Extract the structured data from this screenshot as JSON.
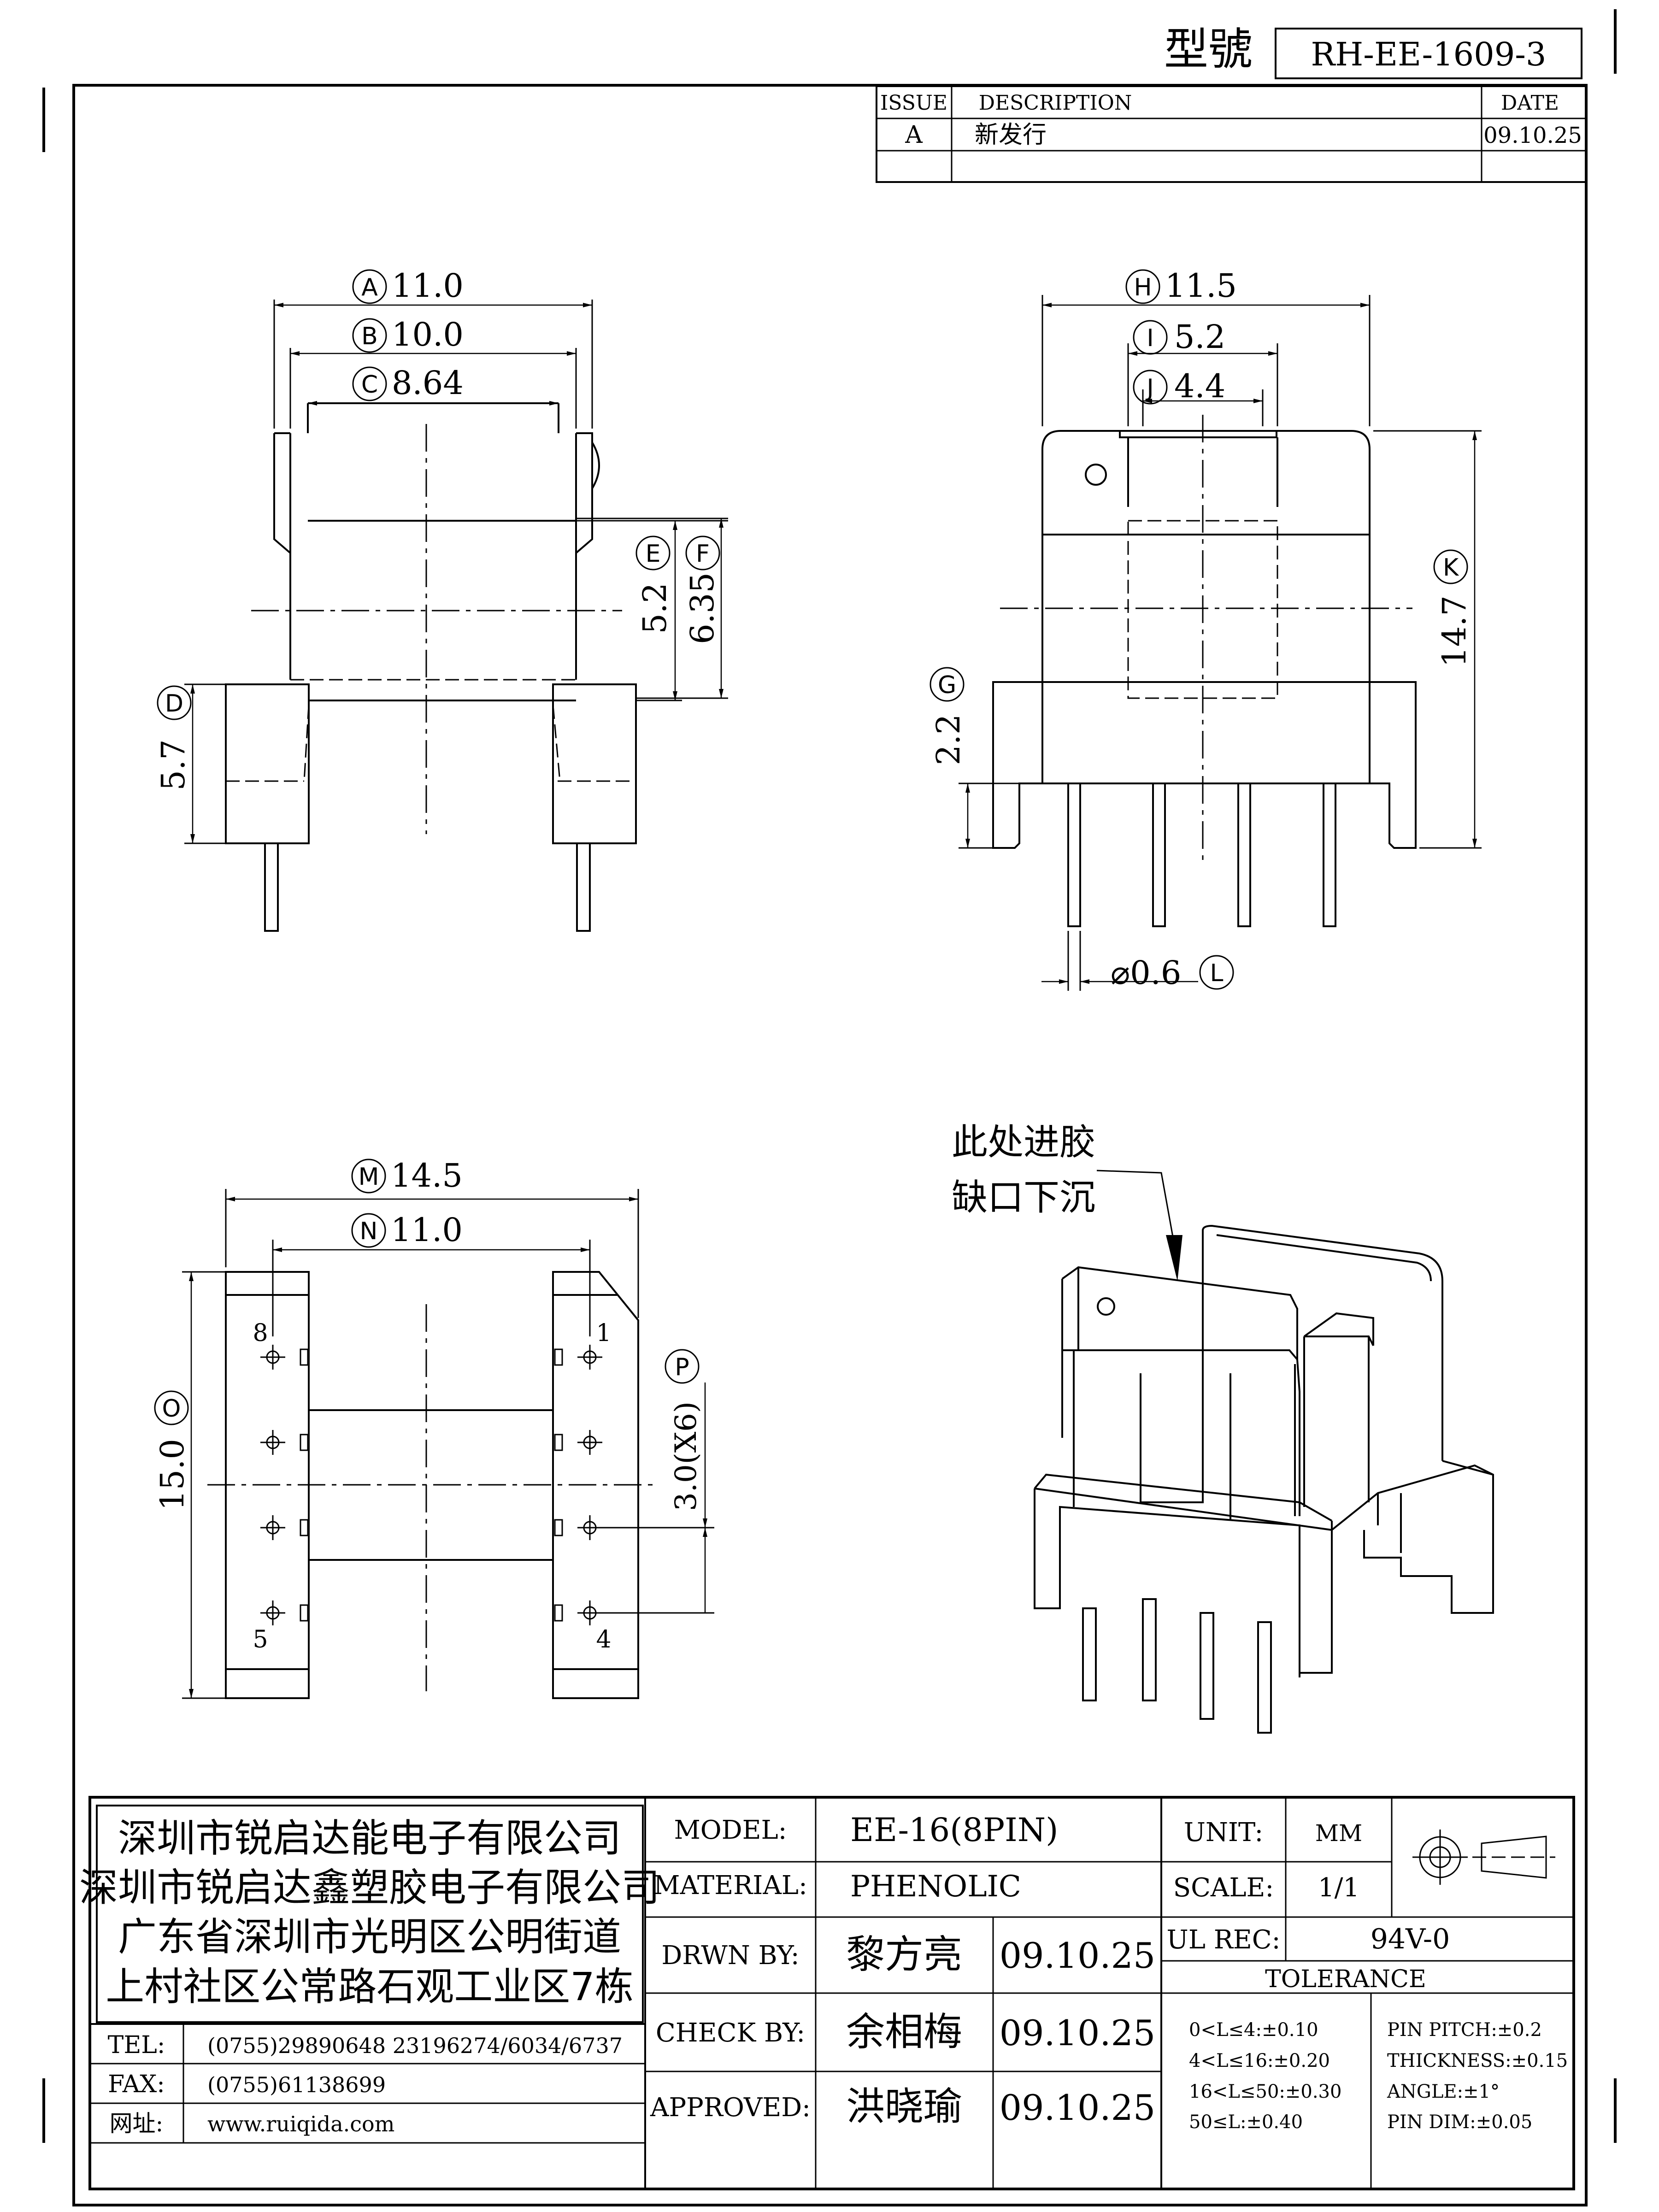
{
  "header": {
    "model_label": "型號",
    "model_number": "RH-EE-1609-3"
  },
  "revision_table": {
    "headers": [
      "ISSUE",
      "DESCRIPTION",
      "DATE"
    ],
    "rows": [
      {
        "issue": "A",
        "description": "新发行",
        "date": "09.10.25"
      }
    ]
  },
  "dimensions": {
    "A": {
      "tag": "A",
      "value": "11.0"
    },
    "B": {
      "tag": "B",
      "value": "10.0"
    },
    "C": {
      "tag": "C",
      "value": "8.64"
    },
    "D": {
      "tag": "D",
      "value": "5.7"
    },
    "E": {
      "tag": "E",
      "value": "5.2"
    },
    "F": {
      "tag": "F",
      "value": "6.35"
    },
    "G": {
      "tag": "G",
      "value": "2.2"
    },
    "H": {
      "tag": "H",
      "value": "11.5"
    },
    "I": {
      "tag": "I",
      "value": "5.2"
    },
    "J": {
      "tag": "J",
      "value": "4.4"
    },
    "K": {
      "tag": "K",
      "value": "14.7"
    },
    "L": {
      "tag": "L",
      "value": "⌀0.6"
    },
    "M": {
      "tag": "M",
      "value": "14.5"
    },
    "N": {
      "tag": "N",
      "value": "11.0"
    },
    "O": {
      "tag": "O",
      "value": "15.0"
    },
    "P": {
      "tag": "P",
      "value": "3.0(X6)"
    }
  },
  "pin_labels": [
    "8",
    "1",
    "5",
    "4"
  ],
  "iso_note": {
    "line1": "此处进胶",
    "line2": "缺口下沉"
  },
  "company": {
    "lines": [
      "深圳市锐启达能电子有限公司",
      "深圳市锐启达鑫塑胶电子有限公司",
      "广东省深圳市光明区公明街道",
      "上村社区公常路石观工业区7栋"
    ],
    "tel_label": "TEL:",
    "tel": "(0755)29890648  23196274/6034/6737",
    "fax_label": "FAX:",
    "fax": "(0755)61138699",
    "web_label": "网址:",
    "web": "www.ruiqida.com"
  },
  "title_block": {
    "model_label": "MODEL:",
    "model": "EE-16(8PIN)",
    "material_label": "MATERIAL:",
    "material": "PHENOLIC",
    "drawn_label": "DRWN BY:",
    "drawn_name": "黎方亮",
    "drawn_date": "09.10.25",
    "check_label": "CHECK BY:",
    "check_name": "余相梅",
    "check_date": "09.10.25",
    "approved_label": "APPROVED:",
    "approved_name": "洪晓瑜",
    "approved_date": "09.10.25",
    "unit_label": "UNIT:",
    "unit": "MM",
    "scale_label": "SCALE:",
    "scale": "1/1",
    "ul_label": "UL REC:",
    "ul": "94V-0",
    "tolerance_label": "TOLERANCE",
    "tol_left": [
      "0<L≤4:±0.10",
      "4<L≤16:±0.20",
      "16<L≤50:±0.30",
      "50≤L:±0.40"
    ],
    "tol_right": [
      "PIN PITCH:±0.2",
      "THICKNESS:±0.15",
      "ANGLE:±1°",
      "PIN DIM:±0.05"
    ]
  }
}
